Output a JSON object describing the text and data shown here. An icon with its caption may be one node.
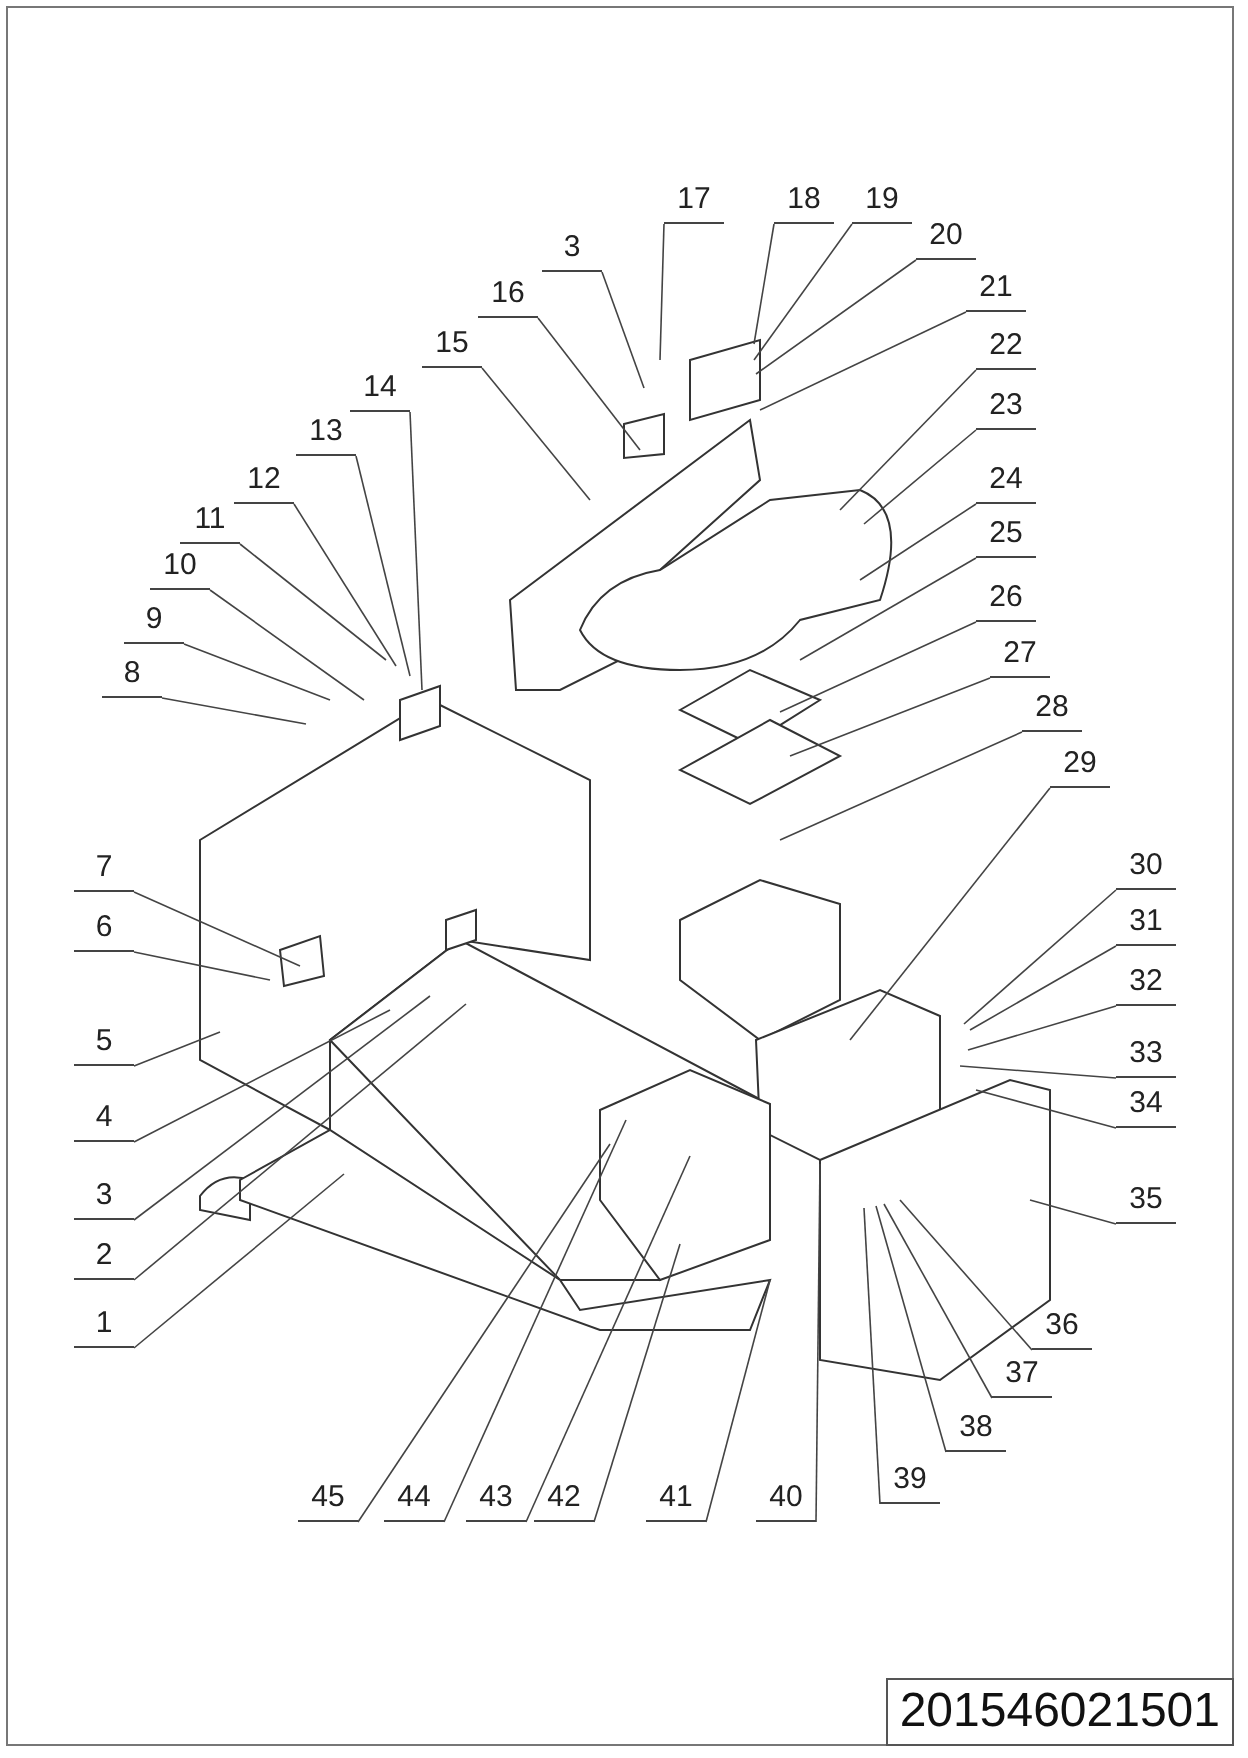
{
  "diagram": {
    "nodes": [
      {
        "text": [
          "1"
        ]
      },
      {
        "text": [
          "2"
        ]
      },
      {
        "text": [
          "3"
        ]
      },
      {
        "text": [
          "4"
        ]
      },
      {
        "text": [
          "5"
        ]
      },
      {
        "text": [
          "6"
        ]
      },
      {
        "text": [
          "7"
        ]
      },
      {
        "text": [
          "8"
        ]
      },
      {
        "text": [
          "9"
        ]
      },
      {
        "text": [
          "10"
        ]
      },
      {
        "text": [
          "11"
        ]
      },
      {
        "text": [
          "12"
        ]
      },
      {
        "text": [
          "13"
        ]
      },
      {
        "text": [
          "14"
        ]
      },
      {
        "text": [
          "15"
        ]
      },
      {
        "text": [
          "16"
        ]
      },
      {
        "text": [
          "3"
        ]
      },
      {
        "text": [
          "17"
        ]
      },
      {
        "text": [
          "18"
        ]
      },
      {
        "text": [
          "19"
        ]
      },
      {
        "text": [
          "20"
        ]
      },
      {
        "text": [
          "21"
        ]
      },
      {
        "text": [
          "22"
        ]
      },
      {
        "text": [
          "23"
        ]
      },
      {
        "text": [
          "24"
        ]
      },
      {
        "text": [
          "25"
        ]
      },
      {
        "text": [
          "26"
        ]
      },
      {
        "text": [
          "27"
        ]
      },
      {
        "text": [
          "28"
        ]
      },
      {
        "text": [
          "29"
        ]
      },
      {
        "text": [
          "30"
        ]
      },
      {
        "text": [
          "31"
        ]
      },
      {
        "text": [
          "32"
        ]
      },
      {
        "text": [
          "33"
        ]
      },
      {
        "text": [
          "34"
        ]
      },
      {
        "text": [
          "35"
        ]
      },
      {
        "text": [
          "36"
        ]
      },
      {
        "text": [
          "37"
        ]
      },
      {
        "text": [
          "38"
        ]
      },
      {
        "text": [
          "39"
        ]
      },
      {
        "text": [
          "40"
        ]
      },
      {
        "text": [
          "41"
        ]
      },
      {
        "text": [
          "42"
        ]
      },
      {
        "text": [
          "43"
        ]
      },
      {
        "text": [
          "44"
        ]
      },
      {
        "text": [
          "45"
        ]
      }
    ],
    "edges": [
      {
        "from": 0,
        "to": null,
        "arrow": "none"
      },
      {
        "from": 1,
        "to": null,
        "arrow": "none"
      },
      {
        "from": 2,
        "to": null,
        "arrow": "none"
      },
      {
        "from": 3,
        "to": null,
        "arrow": "none"
      },
      {
        "from": 4,
        "to": null,
        "arrow": "none"
      },
      {
        "from": 5,
        "to": null,
        "arrow": "none"
      },
      {
        "from": 6,
        "to": null,
        "arrow": "none"
      },
      {
        "from": 7,
        "to": null,
        "arrow": "none"
      },
      {
        "from": 8,
        "to": null,
        "arrow": "none"
      },
      {
        "from": 9,
        "to": null,
        "arrow": "none"
      },
      {
        "from": 10,
        "to": null,
        "arrow": "none"
      },
      {
        "from": 11,
        "to": null,
        "arrow": "none"
      },
      {
        "from": 12,
        "to": null,
        "arrow": "none"
      },
      {
        "from": 13,
        "to": null,
        "arrow": "none"
      },
      {
        "from": 14,
        "to": null,
        "arrow": "none"
      },
      {
        "from": 15,
        "to": null,
        "arrow": "none"
      },
      {
        "from": 16,
        "to": null,
        "arrow": "none"
      },
      {
        "from": 17,
        "to": null,
        "arrow": "none"
      },
      {
        "from": 18,
        "to": null,
        "arrow": "none"
      },
      {
        "from": 19,
        "to": null,
        "arrow": "none"
      },
      {
        "from": 20,
        "to": null,
        "arrow": "none"
      },
      {
        "from": 21,
        "to": null,
        "arrow": "none"
      },
      {
        "from": 22,
        "to": null,
        "arrow": "none"
      },
      {
        "from": 23,
        "to": null,
        "arrow": "none"
      },
      {
        "from": 24,
        "to": null,
        "arrow": "none"
      },
      {
        "from": 25,
        "to": null,
        "arrow": "none"
      },
      {
        "from": 26,
        "to": null,
        "arrow": "none"
      },
      {
        "from": 27,
        "to": null,
        "arrow": "none"
      },
      {
        "from": 28,
        "to": null,
        "arrow": "none"
      },
      {
        "from": 29,
        "to": null,
        "arrow": "none"
      },
      {
        "from": 30,
        "to": null,
        "arrow": "none"
      },
      {
        "from": 31,
        "to": null,
        "arrow": "none"
      },
      {
        "from": 32,
        "to": null,
        "arrow": "none"
      },
      {
        "from": 33,
        "to": null,
        "arrow": "none"
      },
      {
        "from": 34,
        "to": null,
        "arrow": "none"
      },
      {
        "from": 35,
        "to": null,
        "arrow": "none"
      },
      {
        "from": 36,
        "to": null,
        "arrow": "none"
      },
      {
        "from": 37,
        "to": null,
        "arrow": "none"
      },
      {
        "from": 38,
        "to": null,
        "arrow": "none"
      },
      {
        "from": 39,
        "to": null,
        "arrow": "none"
      },
      {
        "from": 40,
        "to": null,
        "arrow": "none"
      },
      {
        "from": 41,
        "to": null,
        "arrow": "none"
      },
      {
        "from": 42,
        "to": null,
        "arrow": "none"
      },
      {
        "from": 43,
        "to": null,
        "arrow": "none"
      },
      {
        "from": 44,
        "to": null,
        "arrow": "none"
      },
      {
        "from": 45,
        "to": null,
        "arrow": "none"
      }
    ],
    "labels": [
      "201546021501"
    ]
  }
}
